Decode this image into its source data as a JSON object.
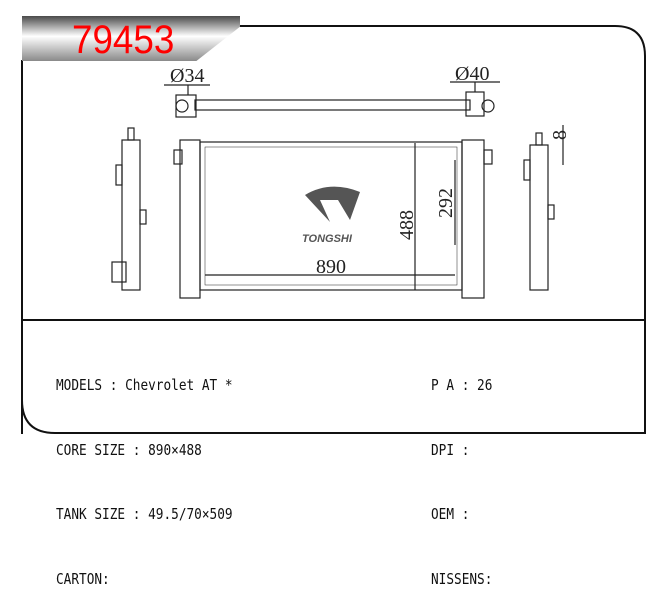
{
  "part_number": "79453",
  "drawing": {
    "inlet_dia": "Ø34",
    "outlet_dia": "Ø40",
    "width_dim": "890",
    "height_dim": "488",
    "tank_dim": "292",
    "side_dim": "8",
    "logo_text": "TONGSHI"
  },
  "specs": {
    "models": "MODELS : Chevrolet AT *",
    "core_size": "CORE SIZE : 890×488",
    "tank_size": "TANK SIZE : 49.5/70×509",
    "carton": "CARTON:",
    "pa": "P A : 26",
    "dpi": "DPI :",
    "oem": "OEM :",
    "nissens": "NISSENS:"
  }
}
